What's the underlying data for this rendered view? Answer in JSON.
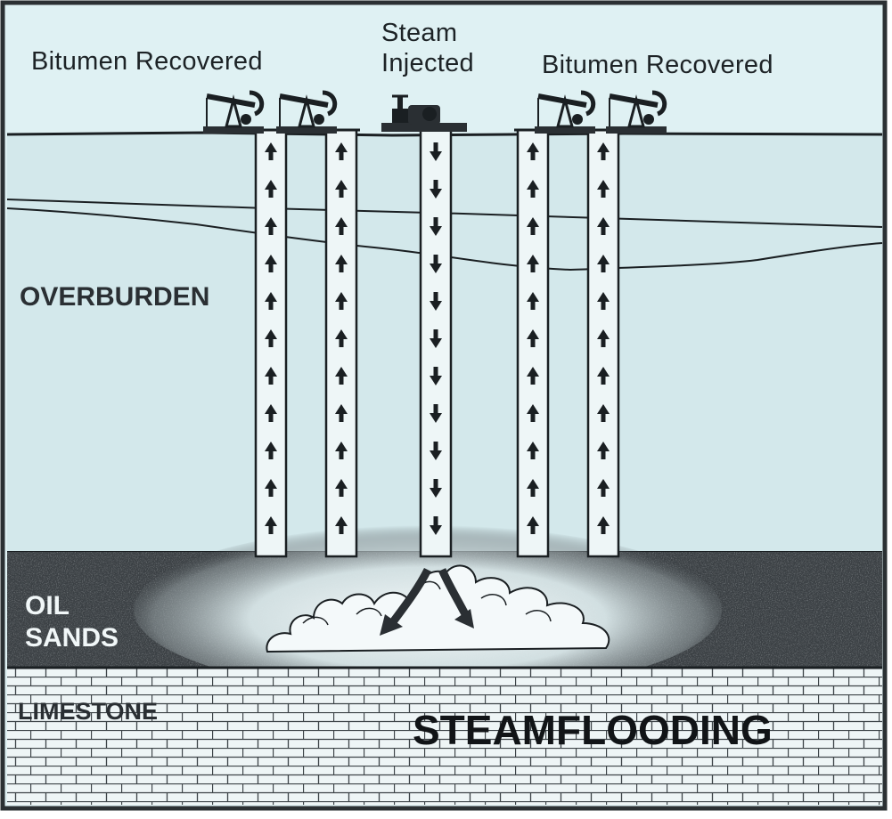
{
  "labels": {
    "bitumen_left": "Bitumen Recovered",
    "steam_line1": "Steam",
    "steam_line2": "Injected",
    "bitumen_right": "Bitumen Recovered",
    "overburden": "OVERBURDEN",
    "oil_line1": "OIL",
    "oil_line2": "SANDS",
    "limestone": "LIMESTONE",
    "title": "STEAMFLOODING"
  },
  "wells": [
    {
      "role": "production",
      "direction": "up"
    },
    {
      "role": "production",
      "direction": "up"
    },
    {
      "role": "injection",
      "direction": "down"
    },
    {
      "role": "production",
      "direction": "up"
    },
    {
      "role": "production",
      "direction": "up"
    }
  ],
  "colors": {
    "sky": "#dff1f3",
    "overburden": "#d3e8eb",
    "oil_sands": "#3b4044",
    "steam_zone": "#e9f1f2",
    "limestone": "#eef5f6",
    "ink": "#1a1f22"
  }
}
